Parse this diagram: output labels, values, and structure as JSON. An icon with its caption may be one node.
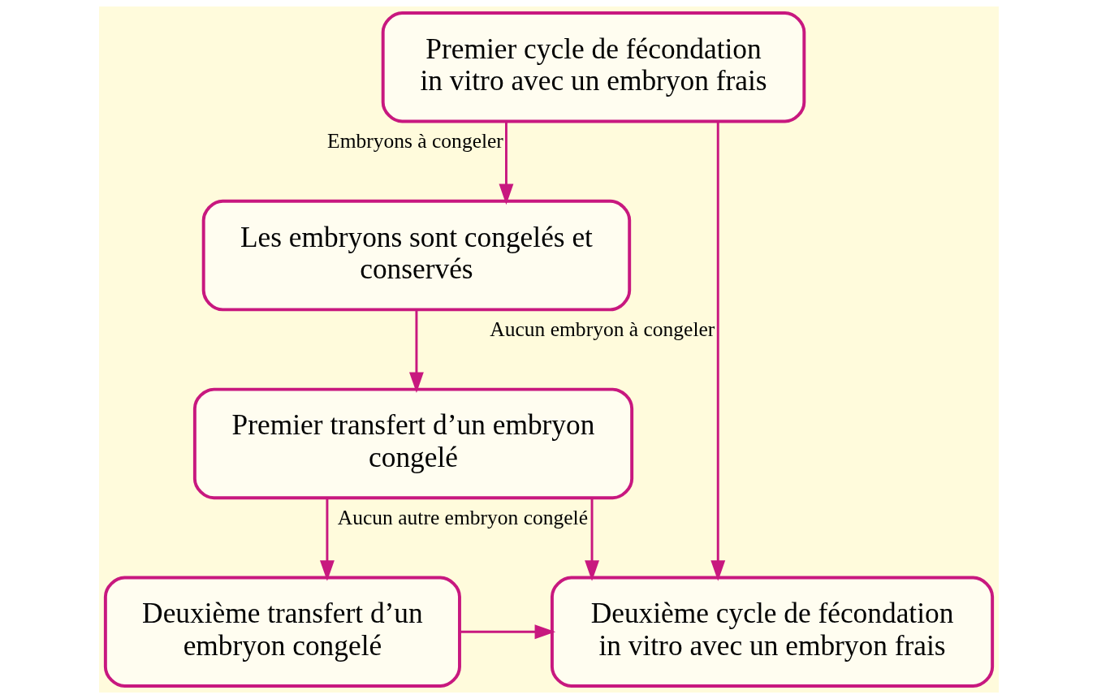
{
  "diagram": {
    "nodes": [
      {
        "text": [
          "Premier cycle de fécondation in vitro avec un embryon frais"
        ]
      },
      {
        "text": [
          "Les embryons sont congelés et conservés"
        ]
      },
      {
        "text": [
          "Premier transfert d’un embryon congelé"
        ]
      },
      {
        "text": [
          "Deuxième transfert d’un embryon congelé"
        ]
      },
      {
        "text": [
          "Deuxième cycle de fécondation in vitro avec un embryon frais"
        ]
      }
    ],
    "edges": [
      {
        "from": 0,
        "to": 1,
        "arrow": "to",
        "label": "Embryons à congeler"
      },
      {
        "from": 0,
        "to": 4,
        "arrow": "to",
        "label": "Aucun embryon à congeler"
      },
      {
        "from": 1,
        "to": 2,
        "arrow": "to"
      },
      {
        "from": 2,
        "to": 3,
        "arrow": "to"
      },
      {
        "from": 2,
        "to": 4,
        "arrow": "to",
        "label": "Aucun autre embryon congelé"
      },
      {
        "from": 3,
        "to": 4,
        "arrow": "to"
      }
    ]
  }
}
